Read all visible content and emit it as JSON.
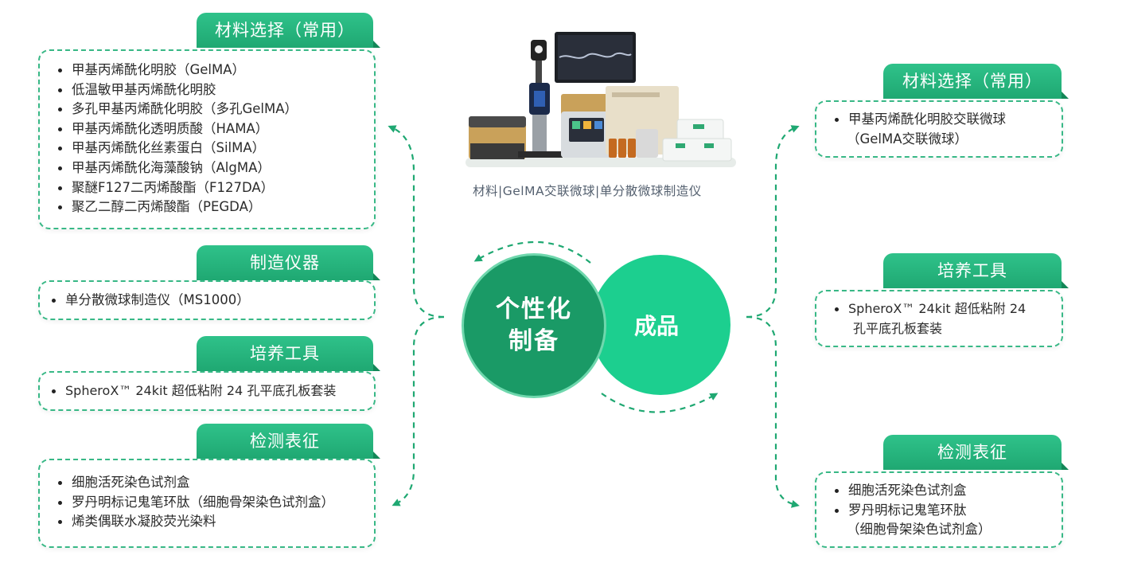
{
  "left": {
    "materials": {
      "title": "材料选择（常用）",
      "items": [
        "甲基丙烯酰化明胶（GelMA）",
        "低温敏甲基丙烯酰化明胶",
        "多孔甲基丙烯酰化明胶（多孔GelMA）",
        "甲基丙烯酰化透明质酸（HAMA）",
        "甲基丙烯酰化丝素蛋白（SilMA）",
        "甲基丙烯酰化海藻酸钠（AlgMA）",
        "聚醚F127二丙烯酸酯（F127DA）",
        "聚乙二醇二丙烯酸酯（PEGDA）"
      ]
    },
    "instrument": {
      "title": "制造仪器",
      "items": [
        "单分散微球制造仪（MS1000）"
      ]
    },
    "culture": {
      "title": "培养工具",
      "items": [
        "SpheroX™ 24kit 超低粘附 24 孔平底孔板套装"
      ]
    },
    "detection": {
      "title": "检测表征",
      "items": [
        "细胞活死染色试剂盒",
        "罗丹明标记鬼笔环肽（细胞骨架染色试剂盒）",
        "烯类偶联水凝胶荧光染料"
      ]
    }
  },
  "center": {
    "caption": "材料|GelMA交联微球|单分散微球制造仪",
    "circle_left": {
      "line1": "个性化",
      "line2": "制备"
    },
    "circle_right": "成品",
    "colors": {
      "dark_green": "#1a9a66",
      "light_green": "#1ccf8f"
    }
  },
  "right": {
    "materials": {
      "title": "材料选择（常用）",
      "line1": "甲基丙烯酰化明胶交联微球",
      "line2": "（GelMA交联微球）"
    },
    "culture": {
      "title": "培养工具",
      "line1": "SpheroX™ 24kit 超低粘附 24",
      "line2": "孔平底孔板套装"
    },
    "detection": {
      "title": "检测表征",
      "items": [
        "细胞活死染色试剂盒",
        "罗丹明标记鬼笔环肽"
      ],
      "line3": "（细胞骨架染色试剂盒）"
    }
  }
}
